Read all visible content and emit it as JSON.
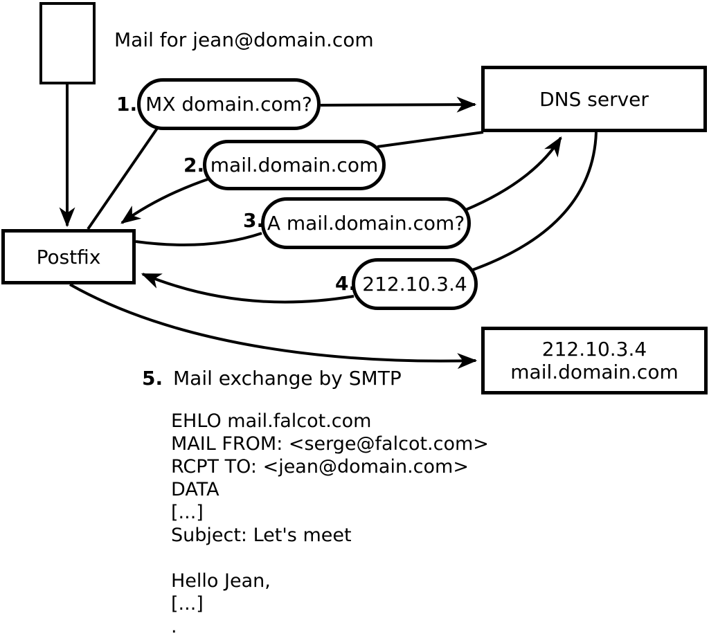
{
  "diagram": {
    "title": "Mail for jean@domain.com",
    "nodes": {
      "postfix": "Postfix",
      "dns_server": "DNS server",
      "mail_server": {
        "line1": "212.10.3.4",
        "line2": "mail.domain.com"
      }
    },
    "steps": [
      {
        "num": "1.",
        "label": "MX domain.com?"
      },
      {
        "num": "2.",
        "label": "mail.domain.com"
      },
      {
        "num": "3.",
        "label": "A mail.domain.com?"
      },
      {
        "num": "4.",
        "label": "212.10.3.4"
      },
      {
        "num": "5.",
        "label": "Mail exchange by SMTP"
      }
    ],
    "smtp_transcript": "EHLO mail.falcot.com\nMAIL FROM: <serge@falcot.com>\nRCPT TO: <jean@domain.com>\nDATA\n[...]\nSubject: Let's meet\n\nHello Jean,\n[...]\n."
  },
  "colors": {
    "ink": "#000000",
    "background": "#ffffff"
  }
}
